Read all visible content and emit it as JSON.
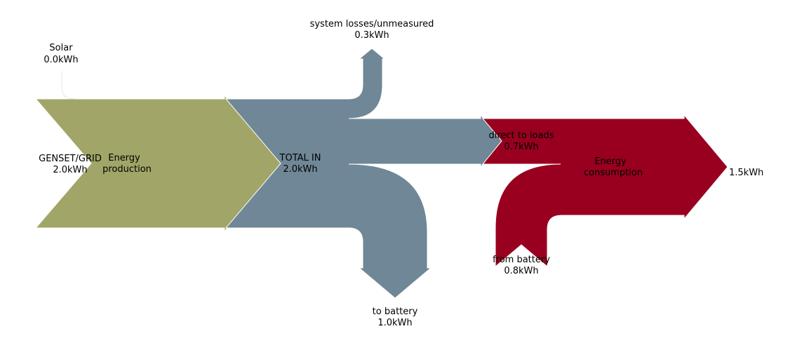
{
  "colors": {
    "production": "#a1a567",
    "total": "#6f8796",
    "consumption": "#990020",
    "edge": "#ffffff"
  },
  "labels": {
    "solar": {
      "name": "Solar",
      "value": "0.0kWh"
    },
    "genset": {
      "name": "GENSET/GRID",
      "value": "2.0kWh"
    },
    "production": {
      "line1": "Energy",
      "line2": "production"
    },
    "total_in": {
      "name": "TOTAL IN",
      "value": "2.0kWh"
    },
    "losses": {
      "name": "system losses/unmeasured",
      "value": "0.3kWh"
    },
    "direct": {
      "name": "direct to loads",
      "value": "0.7kWh"
    },
    "to_battery": {
      "name": "to battery",
      "value": "1.0kWh"
    },
    "from_battery": {
      "name": "from battery",
      "value": "0.8kWh"
    },
    "consumption": {
      "line1": "Energy",
      "line2": "consumption"
    },
    "consumption_total": "1.5kWh"
  }
}
